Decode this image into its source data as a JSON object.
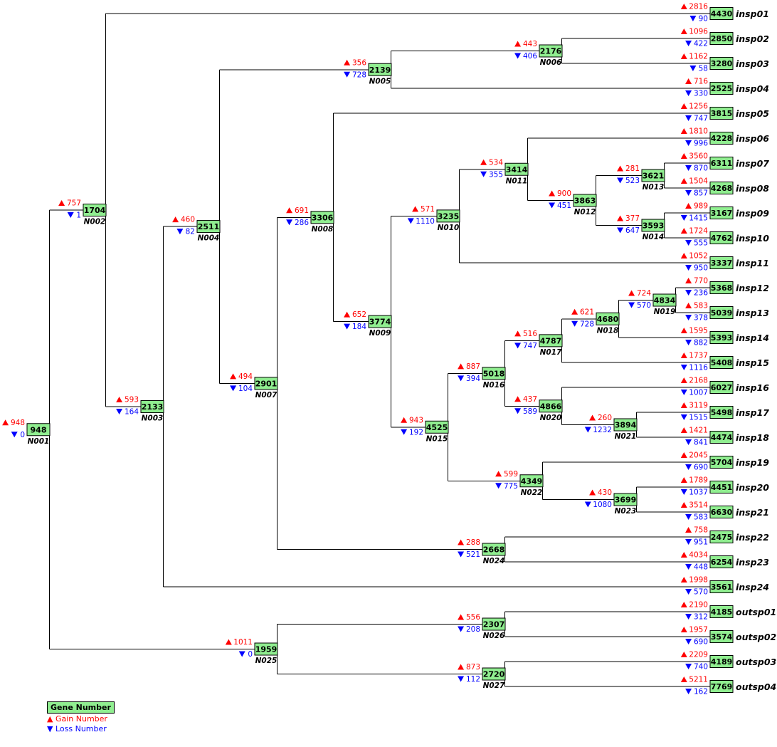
{
  "colors": {
    "gain": "#ff0000",
    "loss": "#0000ff",
    "box": "#90ee90",
    "line": "#000000"
  },
  "legend": {
    "box_label": "Gene Number",
    "gain_label": "Gain Number",
    "loss_label": "Loss Number",
    "gain_icon": "red-up-triangle",
    "loss_icon": "blue-down-triangle"
  },
  "nodes": [
    {
      "id": "N001",
      "label": "N001",
      "gene": "948",
      "gain": "948",
      "loss": "0",
      "parent": null
    },
    {
      "id": "N002",
      "label": "N002",
      "gene": "1704",
      "gain": "757",
      "loss": "1",
      "parent": "N001"
    },
    {
      "id": "N003",
      "label": "N003",
      "gene": "2133",
      "gain": "593",
      "loss": "164",
      "parent": "N002"
    },
    {
      "id": "N004",
      "label": "N004",
      "gene": "2511",
      "gain": "460",
      "loss": "82",
      "parent": "N003"
    },
    {
      "id": "N005",
      "label": "N005",
      "gene": "2139",
      "gain": "356",
      "loss": "728",
      "parent": "N004"
    },
    {
      "id": "N006",
      "label": "N006",
      "gene": "2176",
      "gain": "443",
      "loss": "406",
      "parent": "N005"
    },
    {
      "id": "N007",
      "label": "N007",
      "gene": "2901",
      "gain": "494",
      "loss": "104",
      "parent": "N004"
    },
    {
      "id": "N008",
      "label": "N008",
      "gene": "3306",
      "gain": "691",
      "loss": "286",
      "parent": "N007"
    },
    {
      "id": "N009",
      "label": "N009",
      "gene": "3774",
      "gain": "652",
      "loss": "184",
      "parent": "N008"
    },
    {
      "id": "N010",
      "label": "N010",
      "gene": "3235",
      "gain": "571",
      "loss": "1110",
      "parent": "N009"
    },
    {
      "id": "N011",
      "label": "N011",
      "gene": "3414",
      "gain": "534",
      "loss": "355",
      "parent": "N010"
    },
    {
      "id": "N012",
      "label": "N012",
      "gene": "3863",
      "gain": "900",
      "loss": "451",
      "parent": "N011"
    },
    {
      "id": "N013",
      "label": "N013",
      "gene": "3621",
      "gain": "281",
      "loss": "523",
      "parent": "N012"
    },
    {
      "id": "N014",
      "label": "N014",
      "gene": "3593",
      "gain": "377",
      "loss": "647",
      "parent": "N012"
    },
    {
      "id": "N015",
      "label": "N015",
      "gene": "4525",
      "gain": "943",
      "loss": "192",
      "parent": "N009"
    },
    {
      "id": "N016",
      "label": "N016",
      "gene": "5018",
      "gain": "887",
      "loss": "394",
      "parent": "N015"
    },
    {
      "id": "N017",
      "label": "N017",
      "gene": "4787",
      "gain": "516",
      "loss": "747",
      "parent": "N016"
    },
    {
      "id": "N018",
      "label": "N018",
      "gene": "4680",
      "gain": "621",
      "loss": "728",
      "parent": "N017"
    },
    {
      "id": "N019",
      "label": "N019",
      "gene": "4834",
      "gain": "724",
      "loss": "570",
      "parent": "N018"
    },
    {
      "id": "N020",
      "label": "N020",
      "gene": "4866",
      "gain": "437",
      "loss": "589",
      "parent": "N016"
    },
    {
      "id": "N021",
      "label": "N021",
      "gene": "3894",
      "gain": "260",
      "loss": "1232",
      "parent": "N020"
    },
    {
      "id": "N022",
      "label": "N022",
      "gene": "4349",
      "gain": "599",
      "loss": "775",
      "parent": "N015"
    },
    {
      "id": "N023",
      "label": "N023",
      "gene": "3699",
      "gain": "430",
      "loss": "1080",
      "parent": "N022"
    },
    {
      "id": "N024",
      "label": "N024",
      "gene": "2668",
      "gain": "288",
      "loss": "521",
      "parent": "N007"
    },
    {
      "id": "N025",
      "label": "N025",
      "gene": "1959",
      "gain": "1011",
      "loss": "0",
      "parent": "N001"
    },
    {
      "id": "N026",
      "label": "N026",
      "gene": "2307",
      "gain": "556",
      "loss": "208",
      "parent": "N025"
    },
    {
      "id": "N027",
      "label": "N027",
      "gene": "2720",
      "gain": "873",
      "loss": "112",
      "parent": "N025"
    }
  ],
  "leaves": [
    {
      "name": "insp01",
      "gene": "4430",
      "gain": "2816",
      "loss": "90",
      "parent": "N002"
    },
    {
      "name": "insp02",
      "gene": "2850",
      "gain": "1096",
      "loss": "422",
      "parent": "N006"
    },
    {
      "name": "insp03",
      "gene": "3280",
      "gain": "1162",
      "loss": "58",
      "parent": "N006"
    },
    {
      "name": "insp04",
      "gene": "2525",
      "gain": "716",
      "loss": "330",
      "parent": "N005"
    },
    {
      "name": "insp05",
      "gene": "3815",
      "gain": "1256",
      "loss": "747",
      "parent": "N008"
    },
    {
      "name": "insp06",
      "gene": "4228",
      "gain": "1810",
      "loss": "996",
      "parent": "N011"
    },
    {
      "name": "insp07",
      "gene": "6311",
      "gain": "3560",
      "loss": "870",
      "parent": "N013"
    },
    {
      "name": "insp08",
      "gene": "4268",
      "gain": "1504",
      "loss": "857",
      "parent": "N013"
    },
    {
      "name": "insp09",
      "gene": "3167",
      "gain": "989",
      "loss": "1415",
      "parent": "N014"
    },
    {
      "name": "insp10",
      "gene": "4762",
      "gain": "1724",
      "loss": "555",
      "parent": "N014"
    },
    {
      "name": "insp11",
      "gene": "3337",
      "gain": "1052",
      "loss": "950",
      "parent": "N010"
    },
    {
      "name": "insp12",
      "gene": "5368",
      "gain": "770",
      "loss": "236",
      "parent": "N019"
    },
    {
      "name": "insp13",
      "gene": "5039",
      "gain": "583",
      "loss": "378",
      "parent": "N019"
    },
    {
      "name": "insp14",
      "gene": "5393",
      "gain": "1595",
      "loss": "882",
      "parent": "N018"
    },
    {
      "name": "insp15",
      "gene": "5408",
      "gain": "1737",
      "loss": "1116",
      "parent": "N017"
    },
    {
      "name": "insp16",
      "gene": "6027",
      "gain": "2168",
      "loss": "1007",
      "parent": "N020"
    },
    {
      "name": "insp17",
      "gene": "5498",
      "gain": "3119",
      "loss": "1515",
      "parent": "N021"
    },
    {
      "name": "insp18",
      "gene": "4474",
      "gain": "1421",
      "loss": "841",
      "parent": "N021"
    },
    {
      "name": "insp19",
      "gene": "5704",
      "gain": "2045",
      "loss": "690",
      "parent": "N022"
    },
    {
      "name": "insp20",
      "gene": "4451",
      "gain": "1789",
      "loss": "1037",
      "parent": "N023"
    },
    {
      "name": "insp21",
      "gene": "6630",
      "gain": "3514",
      "loss": "583",
      "parent": "N023"
    },
    {
      "name": "insp22",
      "gene": "2475",
      "gain": "758",
      "loss": "951",
      "parent": "N024"
    },
    {
      "name": "insp23",
      "gene": "6254",
      "gain": "4034",
      "loss": "448",
      "parent": "N024"
    },
    {
      "name": "insp24",
      "gene": "3561",
      "gain": "1998",
      "loss": "570",
      "parent": "N003"
    },
    {
      "name": "outsp01",
      "gene": "4185",
      "gain": "2190",
      "loss": "312",
      "parent": "N026"
    },
    {
      "name": "outsp02",
      "gene": "3574",
      "gain": "1957",
      "loss": "690",
      "parent": "N026"
    },
    {
      "name": "outsp03",
      "gene": "4189",
      "gain": "2209",
      "loss": "740",
      "parent": "N027"
    },
    {
      "name": "outsp04",
      "gene": "7769",
      "gain": "5211",
      "loss": "162",
      "parent": "N027"
    }
  ]
}
